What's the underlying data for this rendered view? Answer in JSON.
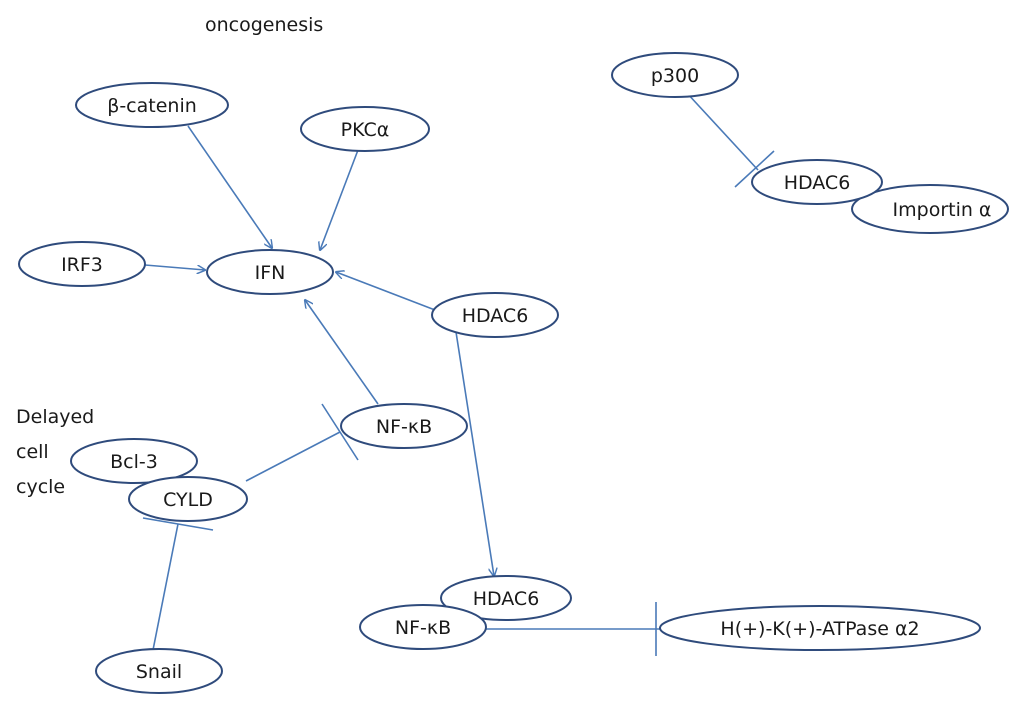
{
  "labels": {
    "oncogenesis": "oncogenesis",
    "delayed_line1": "Delayed",
    "delayed_line2": "cell",
    "delayed_line3": "cycle"
  },
  "nodes": {
    "p300": "p300",
    "hdac6_top": "HDAC6",
    "importin": "Importin α",
    "beta_catenin": "β-catenin",
    "pkc": "PKCα",
    "irf3": "IRF3",
    "ifn": "IFN",
    "hdac6_mid": "HDAC6",
    "nfkb_mid": "NF-κB",
    "bcl3": "Bcl-3",
    "cyld": "CYLD",
    "snail": "Snail",
    "hdac6_bottom": "HDAC6",
    "nfkb_bottom": "NF-κB",
    "atpase": "H(+)-K(+)-ATPase α2"
  },
  "colors": {
    "node_border": "#2f4b7c",
    "edge": "#4a7ab8",
    "text": "#1a1a1a"
  }
}
